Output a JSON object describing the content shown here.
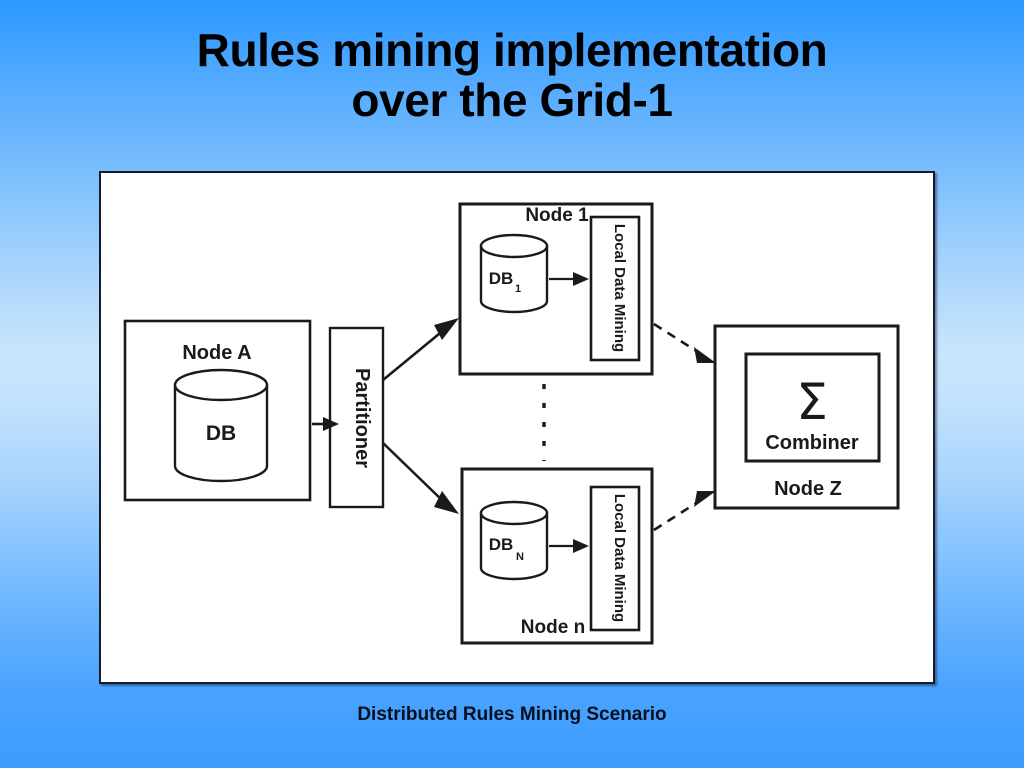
{
  "slide": {
    "title_line1": "Rules mining implementation",
    "title_line2": "over the Grid-1",
    "caption": "Distributed Rules Mining Scenario",
    "background_top_color": "#2b97ff",
    "background_mid_color": "#c9e5fc",
    "background_bottom_color": "#3c9cfe",
    "panel_fill": "#ffffff",
    "panel_border_color": "#141c2e",
    "diagram_ink_color": "#1a1a1a"
  },
  "diagram": {
    "type": "block-diagram",
    "nodes": [
      {
        "id": "node-a",
        "label": "Node A",
        "label_position": "top",
        "contents": [
          {
            "kind": "cylinder",
            "label": "DB",
            "subscript": ""
          }
        ]
      },
      {
        "id": "partitioner",
        "label": "Partitioner",
        "label_position": "vertical",
        "contents": []
      },
      {
        "id": "node-1",
        "label": "Node 1",
        "label_position": "top",
        "contents": [
          {
            "kind": "cylinder",
            "label": "DB",
            "subscript": "1"
          },
          {
            "kind": "process",
            "label": "Local Data Mining",
            "orientation": "vertical"
          }
        ]
      },
      {
        "id": "node-n",
        "label": "Node n",
        "label_position": "bottom",
        "contents": [
          {
            "kind": "cylinder",
            "label": "DB",
            "subscript": "N"
          },
          {
            "kind": "process",
            "label": "Local Data Mining",
            "orientation": "vertical"
          }
        ]
      },
      {
        "id": "node-z",
        "label": "Node Z",
        "label_position": "bottom",
        "contents": [
          {
            "kind": "process",
            "label": "Combiner",
            "symbol": "Σ",
            "orientation": "horizontal"
          }
        ]
      }
    ],
    "edges": [
      {
        "from": "node-a",
        "to": "partitioner",
        "style": "solid",
        "label": ""
      },
      {
        "from": "partitioner",
        "to": "node-1",
        "style": "solid",
        "label": ""
      },
      {
        "from": "partitioner",
        "to": "node-n",
        "style": "solid",
        "label": ""
      },
      {
        "from": "db-1",
        "to": "lcm-1",
        "style": "solid",
        "label": ""
      },
      {
        "from": "db-n",
        "to": "lcm-n",
        "style": "solid",
        "label": ""
      },
      {
        "from": "node-1",
        "to": "node-z",
        "style": "dashed",
        "label": ""
      },
      {
        "from": "node-n",
        "to": "node-z",
        "style": "dashed",
        "label": ""
      }
    ],
    "ellipsis": {
      "style": "vertical-dotted",
      "meaning": "nodes 2 through n-1 omitted"
    },
    "labels": {
      "node_a": "Node A",
      "db": "DB",
      "partitioner": "Partitioner",
      "node_1": "Node 1",
      "db_1_base": "DB",
      "db_1_sub": "1",
      "local_data_mining_1": "Local Data Mining",
      "node_n": "Node n",
      "db_n_base": "DB",
      "db_n_sub": "N",
      "local_data_mining_n": "Local Data Mining",
      "node_z": "Node Z",
      "sigma": "Σ",
      "combiner": "Combiner"
    }
  }
}
